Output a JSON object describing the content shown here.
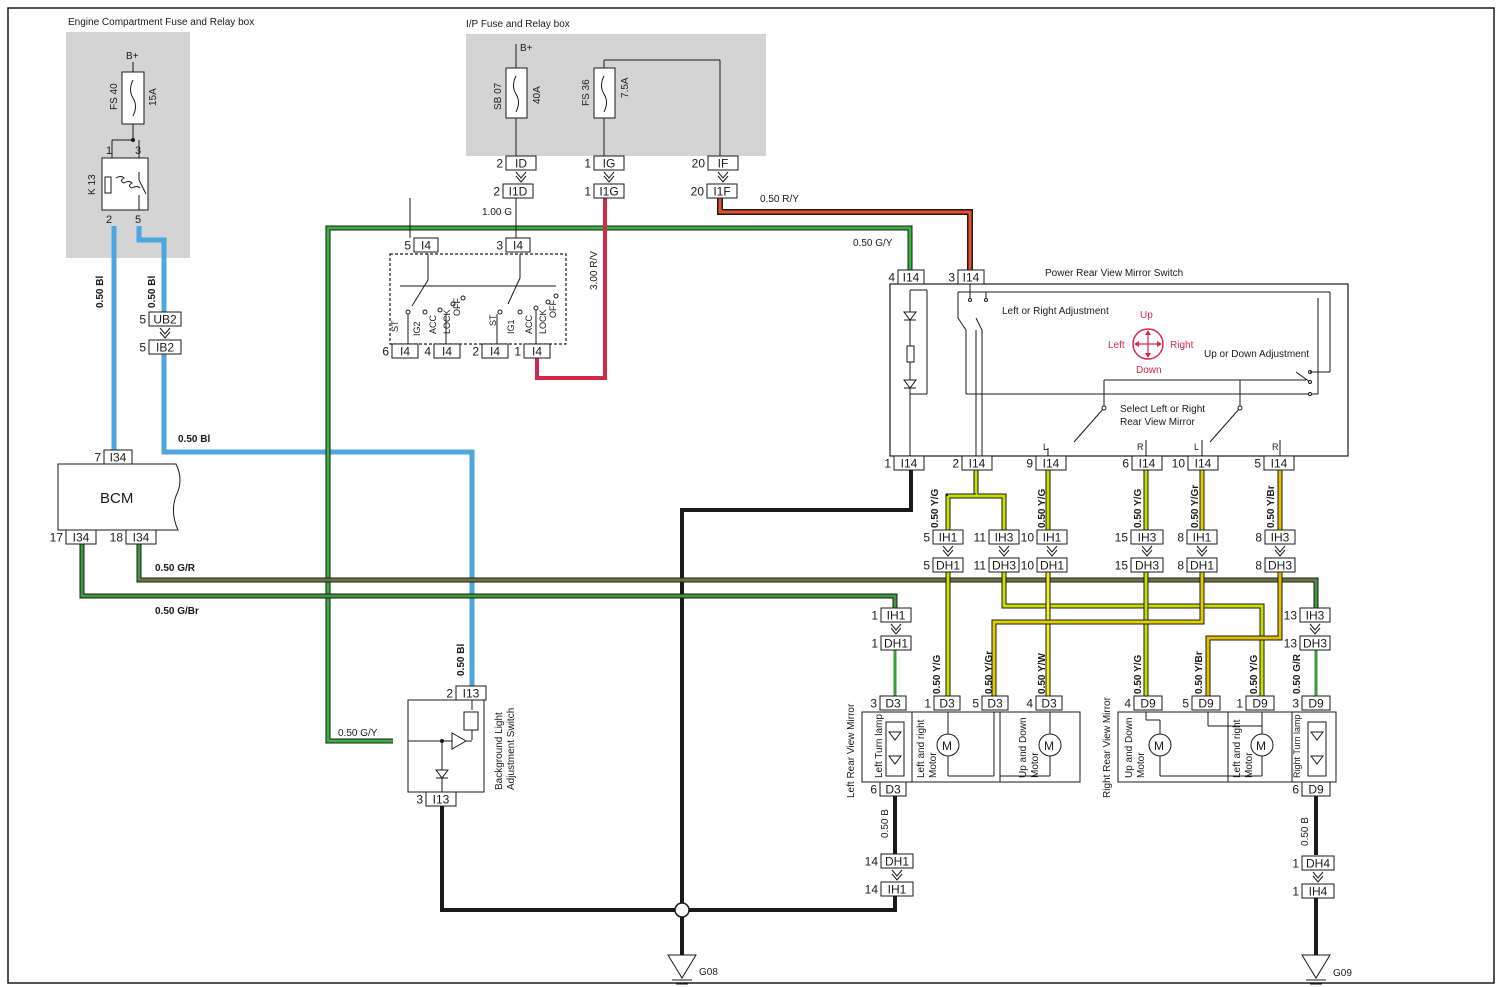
{
  "boxes": {
    "engine_fuse": "Engine Compartment Fuse and Relay box",
    "ip_fuse": "I/P Fuse and Relay box",
    "bcm": "BCM",
    "mirror_switch": "Power Rear View Mirror Switch",
    "left_mirror": "Left Rear View Mirror",
    "right_mirror": "Right Rear View Mirror",
    "bg_switch_l1": "Background Light",
    "bg_switch_l2": "Adjustment Switch"
  },
  "fuses": {
    "bplus": "B+",
    "fs40": "FS 40",
    "fs40_rating": "15A",
    "k13": "K 13",
    "sb07": "SB 07",
    "sb07_rating": "40A",
    "fs36": "FS 36",
    "fs36_rating": "7.5A"
  },
  "switch": {
    "lr_adjust": "Left or Right Adjustment",
    "ud_adjust": "Up or Down Adjustment",
    "up": "Up",
    "down": "Down",
    "left": "Left",
    "right": "Right",
    "select_l1": "Select Left or Right",
    "select_l2": "Rear View Mirror",
    "L": "L",
    "R": "R"
  },
  "ignition": {
    "st": "ST",
    "ig2": "IG2",
    "acc": "ACC",
    "lock": "LOCK",
    "off": "OFF",
    "ig1": "IG1"
  },
  "components": {
    "left_turn_lamp": "Left Turn lamp",
    "right_turn_lamp": "Right Turn lamp",
    "lr_motor_l1": "Left and right",
    "lr_motor_l2": "Motor",
    "ud_motor_l1": "Up and Down",
    "ud_motor_l2": "Motor",
    "motor_symbol": "M"
  },
  "grounds": {
    "g08": "G08",
    "g09": "G09"
  },
  "wires": {
    "w_050_bl": "0.50 Bl",
    "w_050_bl_b": "0.50  Bl",
    "w_100_g": "1.00  G",
    "w_300_rv": "3.00  R/V",
    "w_050_ry": "0.50  R/Y",
    "w_050_gy": "0.50  G/Y",
    "w_050_gr": "0.50  G/R",
    "w_050_gbr": "0.50  G/Br",
    "w_050_yg": "0.50  Y/G",
    "w_050_ygr": "0.50  Y/Gr",
    "w_050_ybr": "0.50  Y/Br",
    "w_050_yw": "0.50  Y/W",
    "w_050_b": "0.50  B"
  },
  "connectors": {
    "ID": "ID",
    "IG": "IG",
    "IF": "IF",
    "I1D": "I1D",
    "I1G": "I1G",
    "I1F": "I1F",
    "UB2": "UB2",
    "IB2": "IB2",
    "I4": "I4",
    "I14": "I14",
    "I34": "I34",
    "I13": "I13",
    "IH1": "IH1",
    "IH3": "IH3",
    "DH1": "DH1",
    "DH3": "DH3",
    "D3": "D3",
    "D9": "D9",
    "DH4": "DH4",
    "IH4": "IH4"
  },
  "pins": {
    "p1": "1",
    "p2": "2",
    "p3": "3",
    "p4": "4",
    "p5": "5",
    "p6": "6",
    "p7": "7",
    "p8": "8",
    "p9": "9",
    "p10": "10",
    "p11": "11",
    "p13": "13",
    "p14": "14",
    "p15": "15",
    "p17": "17",
    "p18": "18",
    "p20": "20"
  },
  "colors": {
    "blue": "#4da6dc",
    "green": "#3d9a3d",
    "red": "#d22a4b",
    "orange": "#e8502a",
    "yellow": "#e8e200",
    "black": "#1a1a1a",
    "gray": "#d4d4d4"
  }
}
